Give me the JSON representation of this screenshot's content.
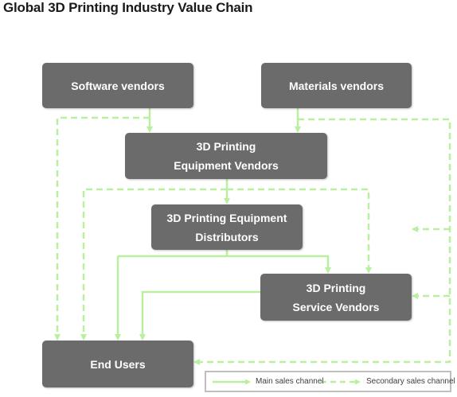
{
  "title": "Global 3D Printing Industry Value Chain",
  "nodes": {
    "software": "Software vendors",
    "materials": "Materials vendors",
    "equipment_line1": "3D Printing",
    "equipment_line2": "Equipment Vendors",
    "distributors_line1": "3D Printing Equipment",
    "distributors_line2": "Distributors",
    "service_line1": "3D Printing",
    "service_line2": "Service Vendors",
    "end_users": "End Users"
  },
  "legend": {
    "main": "Main sales channel",
    "secondary": "Secondary sales channel"
  },
  "colors": {
    "node_fill": "#6b6b6b",
    "node_text": "#ffffff",
    "arrow": "#b9f0a0"
  }
}
